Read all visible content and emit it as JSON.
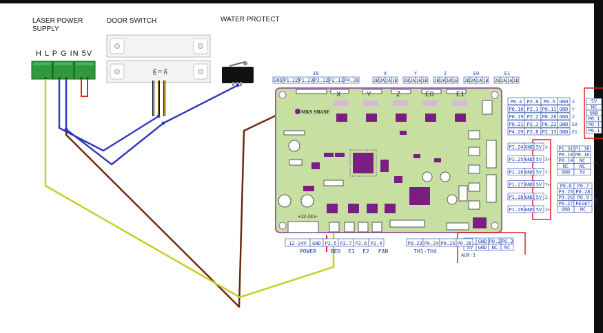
{
  "labels": {
    "laser_title_1": "LASER POWER",
    "laser_title_2": "SUPPLY",
    "door_title": "DOOR SWITCH",
    "water_title": "WATER PROTECT",
    "terminal_pins": "H L P G IN 5V",
    "door_pins": [
      "NO",
      "C",
      "NC"
    ]
  },
  "board": {
    "name": "MKS SBASE",
    "supply_label": "+12-24V-",
    "silk_letters": [
      "X",
      "Y",
      "Z",
      "E0",
      "E1"
    ],
    "top_headers": [
      "J8",
      "X",
      "Y",
      "Z",
      "E0",
      "E1"
    ],
    "j8_pins": [
      "GND",
      "P1.22",
      "P1.23",
      "P2.12",
      "P2.11",
      "P4.28"
    ],
    "motor_pins": [
      "2B",
      "2A",
      "1A",
      "1B"
    ],
    "bottom_pins": [
      "12-24V",
      "GND",
      "P2.5",
      "P2.7",
      "P2.6",
      "P2.4",
      "P0.23",
      "P0.24",
      "P0.25",
      "P0.26"
    ],
    "bottom_labels": [
      "POWER",
      "BED",
      "E1",
      "E2",
      "FAN",
      "TH1-TH4"
    ],
    "aux1_label": "AUX-1",
    "aux1_rows": [
      [
        "5V",
        "GND",
        "P0.2",
        "P0.3"
      ],
      [
        "5V",
        "GND",
        "NC",
        "NC"
      ]
    ],
    "motor_pin_table": [
      [
        "P0.4",
        "P2.0",
        "P0.5",
        "GND",
        "X"
      ],
      [
        "P0.10",
        "P2.1",
        "P0.11",
        "GND",
        "Y"
      ],
      [
        "P0.19",
        "P2.2",
        "P0.20",
        "GND",
        "Z"
      ],
      [
        "P0.21",
        "P2.3",
        "P0.22",
        "GND",
        "E0"
      ],
      [
        "P4.29",
        "P2.8",
        "P2.13",
        "GND",
        "E1"
      ]
    ],
    "endstops": [
      [
        "P1.24",
        "GND",
        "5V",
        "X-"
      ],
      [
        "P1.25",
        "GND",
        "5V",
        "X+"
      ],
      [
        "P1.26",
        "GND",
        "5V",
        "Y-"
      ],
      [
        "P1.27",
        "GND",
        "5V",
        "Y+"
      ],
      [
        "P1.28",
        "GND",
        "5V",
        "Z-"
      ],
      [
        "P1.29",
        "GND",
        "5V",
        "Z+"
      ]
    ],
    "exp2": [
      [
        "P1.31",
        "P1.30"
      ],
      [
        "P0.18",
        "P0.16"
      ],
      [
        "P0.14",
        "NC"
      ],
      [
        "NC",
        "NC"
      ],
      [
        "GND",
        "5V"
      ]
    ],
    "exp_label": "E",
    "exp1": [
      [
        "P0.8",
        "P0.7"
      ],
      [
        "P3.25",
        "P0.28"
      ],
      [
        "P3.26",
        "P0.9"
      ],
      [
        "P0.27",
        "RESET"
      ],
      [
        "GND",
        "NC"
      ]
    ],
    "exp1_tail": "E",
    "edge_pins": [
      "5V",
      "NC",
      "GND",
      "P0.1",
      "P0.1",
      "P0.1"
    ]
  },
  "colors": {
    "background": "#ffffff",
    "frame": "#0f0f0f",
    "pcb": "#c7e0a1",
    "wire_blue": "#2f3bbf",
    "wire_brown": "#6b2a0c",
    "wire_yellow": "#c6cf25",
    "highlight_red": "#e02020",
    "terminal_green": "#2f9a3c",
    "pin_text": "#1d3fa8"
  }
}
